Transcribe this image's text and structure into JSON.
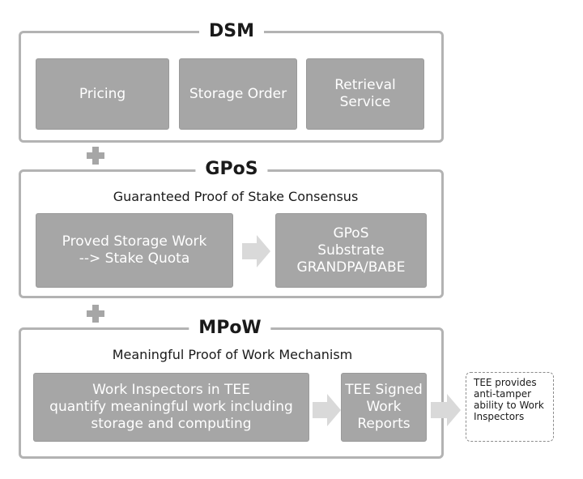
{
  "dsm": {
    "title": "DSM",
    "boxes": [
      "Pricing",
      "Storage Order",
      "Retrieval\nService"
    ]
  },
  "gpos": {
    "title": "GPoS",
    "subtitle": "Guaranteed Proof of Stake Consensus",
    "left_box": "Proved Storage Work\n--> Stake Quota",
    "right_box": "GPoS\nSubstrate\nGRANDPA/BABE"
  },
  "mpow": {
    "title": "MPoW",
    "subtitle": "Meaningful Proof of Work Mechanism",
    "left_box": "Work Inspectors in TEE\nquantify meaningful work including\nstorage and computing",
    "right_box": "TEE Signed\nWork\nReports"
  },
  "note": "TEE provides\nanti-tamper\nability  to Work\nInspectors",
  "colors": {
    "box_fill": "#a6a6a6",
    "border": "#b3b3b3",
    "text_light": "#ffffff"
  }
}
